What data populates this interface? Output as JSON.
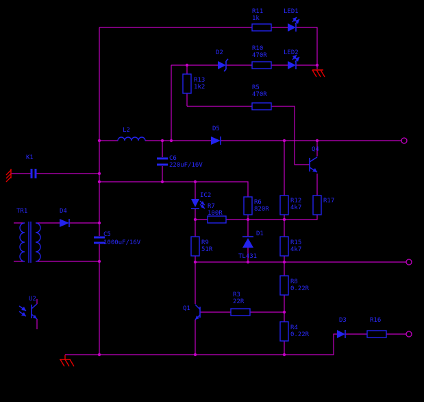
{
  "schematic": {
    "kind": "power-supply-circuit-schematic",
    "colors": {
      "background": "#000000",
      "wire": "#c400c4",
      "component": "#2323ee",
      "ground": "#e60000",
      "label": "#2a2aff"
    },
    "components": {
      "K1": {
        "ref": "K1",
        "kind": "capacitor"
      },
      "TR1": {
        "ref": "TR1",
        "kind": "transformer"
      },
      "D4": {
        "ref": "D4",
        "kind": "diode"
      },
      "C5": {
        "ref": "C5",
        "value": "1000uF/16V",
        "kind": "polarized-capacitor"
      },
      "L2": {
        "ref": "L2",
        "kind": "inductor"
      },
      "C6": {
        "ref": "C6",
        "value": "220uF/16V",
        "kind": "polarized-capacitor"
      },
      "D5": {
        "ref": "D5",
        "kind": "diode"
      },
      "D2": {
        "ref": "D2",
        "kind": "zener-diode"
      },
      "R13": {
        "ref": "R13",
        "value": "1k2",
        "kind": "resistor"
      },
      "R5": {
        "ref": "R5",
        "value": "470R",
        "kind": "resistor"
      },
      "R11": {
        "ref": "R11",
        "value": "1k",
        "kind": "resistor"
      },
      "LED1": {
        "ref": "LED1",
        "kind": "led"
      },
      "R10": {
        "ref": "R10",
        "value": "470R",
        "kind": "resistor"
      },
      "LED2": {
        "ref": "LED2",
        "kind": "led"
      },
      "Q4": {
        "ref": "Q4",
        "kind": "npn-transistor"
      },
      "R12": {
        "ref": "R12",
        "value": "4k7",
        "kind": "resistor"
      },
      "R17": {
        "ref": "R17",
        "kind": "resistor"
      },
      "R6": {
        "ref": "R6",
        "value": "820R",
        "kind": "resistor"
      },
      "IC2": {
        "ref": "IC2",
        "kind": "optocoupler-led"
      },
      "R7": {
        "ref": "R7",
        "value": "100R",
        "kind": "resistor"
      },
      "D1": {
        "ref": "D1",
        "value": "TL431",
        "kind": "shunt-regulator"
      },
      "R15": {
        "ref": "R15",
        "value": "4k7",
        "kind": "resistor"
      },
      "R9": {
        "ref": "R9",
        "value": "51R",
        "kind": "resistor"
      },
      "Q1": {
        "ref": "Q1",
        "kind": "npn-transistor"
      },
      "R3": {
        "ref": "R3",
        "value": "22R",
        "kind": "resistor"
      },
      "R8": {
        "ref": "R8",
        "value": "0.22R",
        "kind": "resistor"
      },
      "R4": {
        "ref": "R4",
        "value": "0.22R",
        "kind": "resistor"
      },
      "D3": {
        "ref": "D3",
        "kind": "diode"
      },
      "R16": {
        "ref": "R16",
        "kind": "resistor"
      },
      "U2": {
        "ref": "U2",
        "kind": "optocoupler"
      }
    }
  }
}
